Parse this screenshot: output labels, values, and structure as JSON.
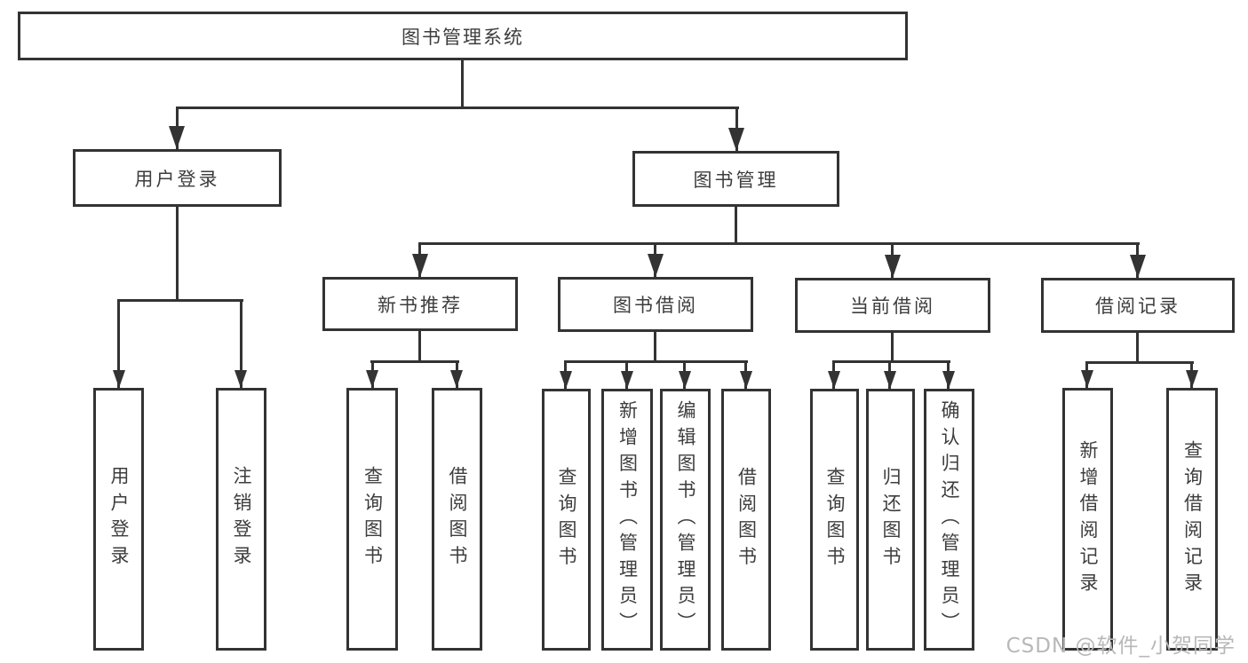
{
  "diagram": {
    "title": "图书管理系统",
    "root": "图书管理系统",
    "level1": [
      "用户登录",
      "图书管理"
    ],
    "level2": [
      "新书推荐",
      "图书借阅",
      "当前借阅",
      "借阅记录"
    ],
    "leaves": {
      "user_login": [
        "用户登录",
        "注销登录"
      ],
      "new_books": [
        "查询图书",
        "借阅图书"
      ],
      "book_borrow": [
        "查询图书",
        "新增图书（管理员）",
        "编辑图书（管理员）",
        "借阅图书"
      ],
      "current_borrow": [
        "查询图书",
        "归还图书",
        "确认归还（管理员）"
      ],
      "borrow_records": [
        "新增借阅记录",
        "查询借阅记录"
      ]
    }
  },
  "colors": {
    "line": "#333333",
    "text": "#3d3d3d",
    "background": "#ffffff",
    "watermark": "#b8b8b8"
  },
  "watermark": {
    "text": "CSDN @软件_小贺同学"
  }
}
